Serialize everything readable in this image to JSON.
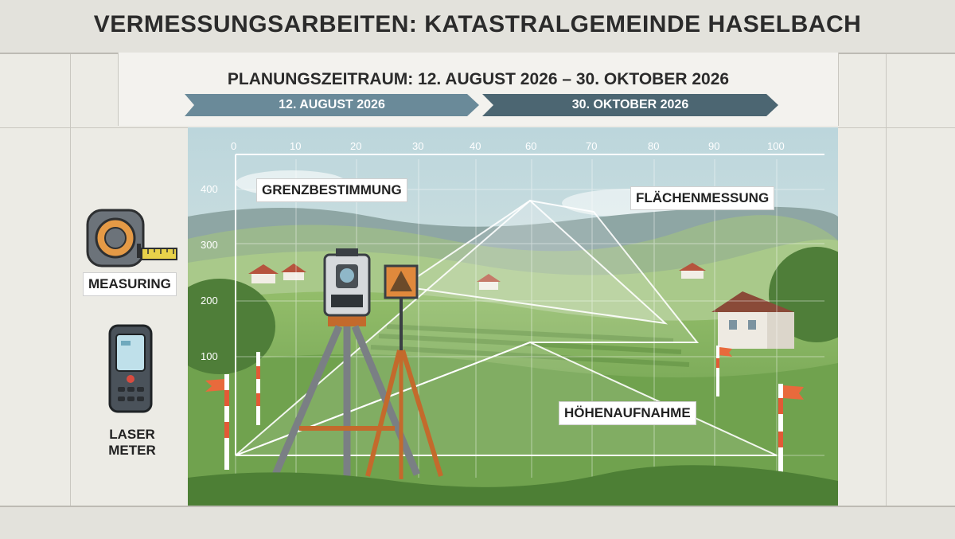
{
  "header": {
    "title": "VERMESSUNGSARBEITEN: KATASTRALGEMEINDE HASELBACH"
  },
  "period": {
    "label": "PLANUNGSZEITRAUM: 12. AUGUST 2026 – 30. OKTOBER 2026",
    "start": "12. AUGUST 2026",
    "end": "30. OKTOBER 2026"
  },
  "tools": [
    {
      "label": "MEASURING",
      "icon": "tape-measure-icon"
    },
    {
      "label": "LASER METER",
      "line1": "LASER",
      "line2": "METER",
      "icon": "laser-meter-icon"
    }
  ],
  "scale": {
    "x_ticks": [
      "0",
      "10",
      "20",
      "30",
      "40",
      "60",
      "70",
      "80",
      "90",
      "100"
    ],
    "y_ticks": [
      "400",
      "300",
      "200",
      "100"
    ]
  },
  "tasks": [
    {
      "label": "GRENZBESTIMMUNG"
    },
    {
      "label": "FLÄCHENMESSUNG"
    },
    {
      "label": "HÖHENAUFNAHME"
    }
  ],
  "colors": {
    "accent_start": "#6a8a99",
    "accent_end": "#4c6672",
    "flag": "#e86a3c",
    "grass": "#7fae57",
    "sky": "#cfe0e4"
  }
}
